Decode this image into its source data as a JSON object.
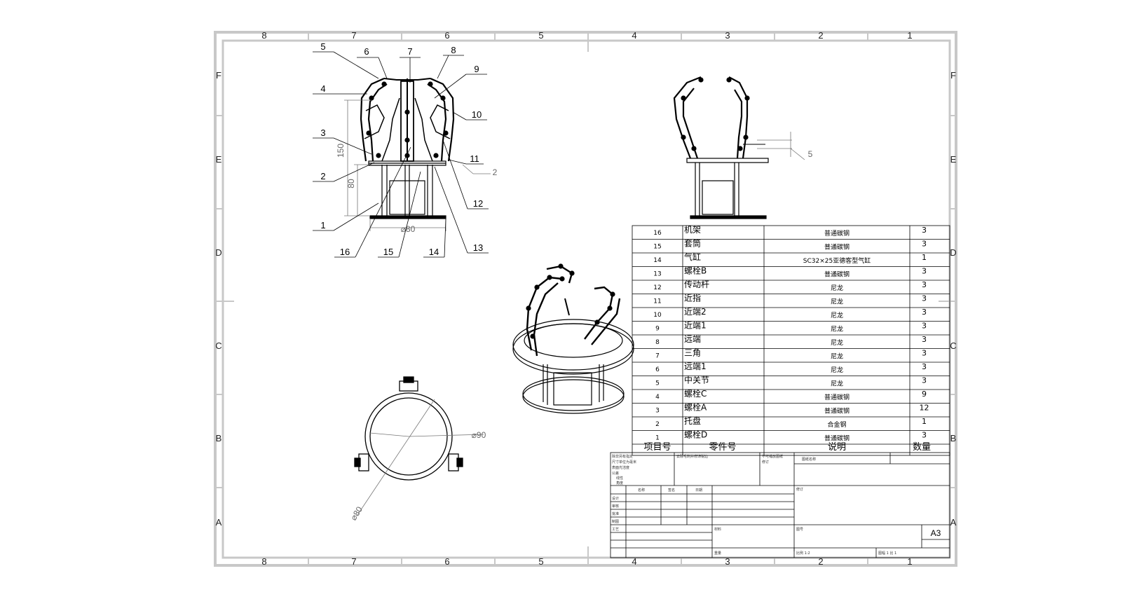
{
  "sheet": {
    "zones_columns": [
      "8",
      "7",
      "6",
      "5",
      "4",
      "3",
      "2",
      "1"
    ],
    "zones_rows": [
      "F",
      "E",
      "D",
      "C",
      "B",
      "A"
    ],
    "size": "A3"
  },
  "front_view": {
    "callouts": [
      "1",
      "2",
      "3",
      "4",
      "5",
      "6",
      "7",
      "8",
      "9",
      "10",
      "11",
      "12",
      "13",
      "14",
      "15",
      "16"
    ],
    "dims": {
      "height_total": "150",
      "height_lower": "80",
      "diameter": "⌀80",
      "offset": "2"
    }
  },
  "side_view": {
    "dims": {
      "offset": "5"
    }
  },
  "top_view": {
    "dims": {
      "diameter_a": "⌀90",
      "diameter_b": "⌀80"
    }
  },
  "bom": {
    "headers": [
      "项目号",
      "零件号",
      "说明",
      "数量"
    ],
    "rows": [
      {
        "item": "16",
        "part": "机架",
        "desc": "普通碳钢",
        "qty": "3"
      },
      {
        "item": "15",
        "part": "套筒",
        "desc": "普通碳钢",
        "qty": "3"
      },
      {
        "item": "14",
        "part": "气缸",
        "desc": "SC32×25亚德客型气缸",
        "qty": "1"
      },
      {
        "item": "13",
        "part": "螺栓B",
        "desc": "普通碳钢",
        "qty": "3"
      },
      {
        "item": "12",
        "part": "传动杆",
        "desc": "尼龙",
        "qty": "3"
      },
      {
        "item": "11",
        "part": "近指",
        "desc": "尼龙",
        "qty": "3"
      },
      {
        "item": "10",
        "part": "近端2",
        "desc": "尼龙",
        "qty": "3"
      },
      {
        "item": "9",
        "part": "近端1",
        "desc": "尼龙",
        "qty": "3"
      },
      {
        "item": "8",
        "part": "远端",
        "desc": "尼龙",
        "qty": "3"
      },
      {
        "item": "7",
        "part": "三角",
        "desc": "尼龙",
        "qty": "3"
      },
      {
        "item": "6",
        "part": "远端1",
        "desc": "尼龙",
        "qty": "3"
      },
      {
        "item": "5",
        "part": "中关节",
        "desc": "尼龙",
        "qty": "3"
      },
      {
        "item": "4",
        "part": "螺栓C",
        "desc": "普通碳钢",
        "qty": "9"
      },
      {
        "item": "3",
        "part": "螺栓A",
        "desc": "普通碳钢",
        "qty": "12"
      },
      {
        "item": "2",
        "part": "托盘",
        "desc": "合金钢",
        "qty": "1"
      },
      {
        "item": "1",
        "part": "螺栓D",
        "desc": "普通碳钢",
        "qty": "3"
      }
    ]
  },
  "title_block": {
    "sheet_size": "A3",
    "side_notes": [
      "除非另有指定",
      "尺寸单位为毫米",
      "表面光洁度",
      "公差",
      "线性",
      "角度"
    ],
    "row_labels": [
      "设计",
      "审核",
      "批准",
      "制图",
      "工艺"
    ],
    "col_labels": [
      "名称",
      "签名",
      "日期"
    ],
    "edge_finish": "去除毛刺并修饰锐边",
    "no_scale": "不可缩放图纸",
    "revision": "修订",
    "drawing_name": "图纸名称",
    "material": "材料",
    "weight": "重量",
    "drawing_no": "图号",
    "scale": "比例 1:2",
    "sheet_no": "图幅 1 比 1"
  }
}
